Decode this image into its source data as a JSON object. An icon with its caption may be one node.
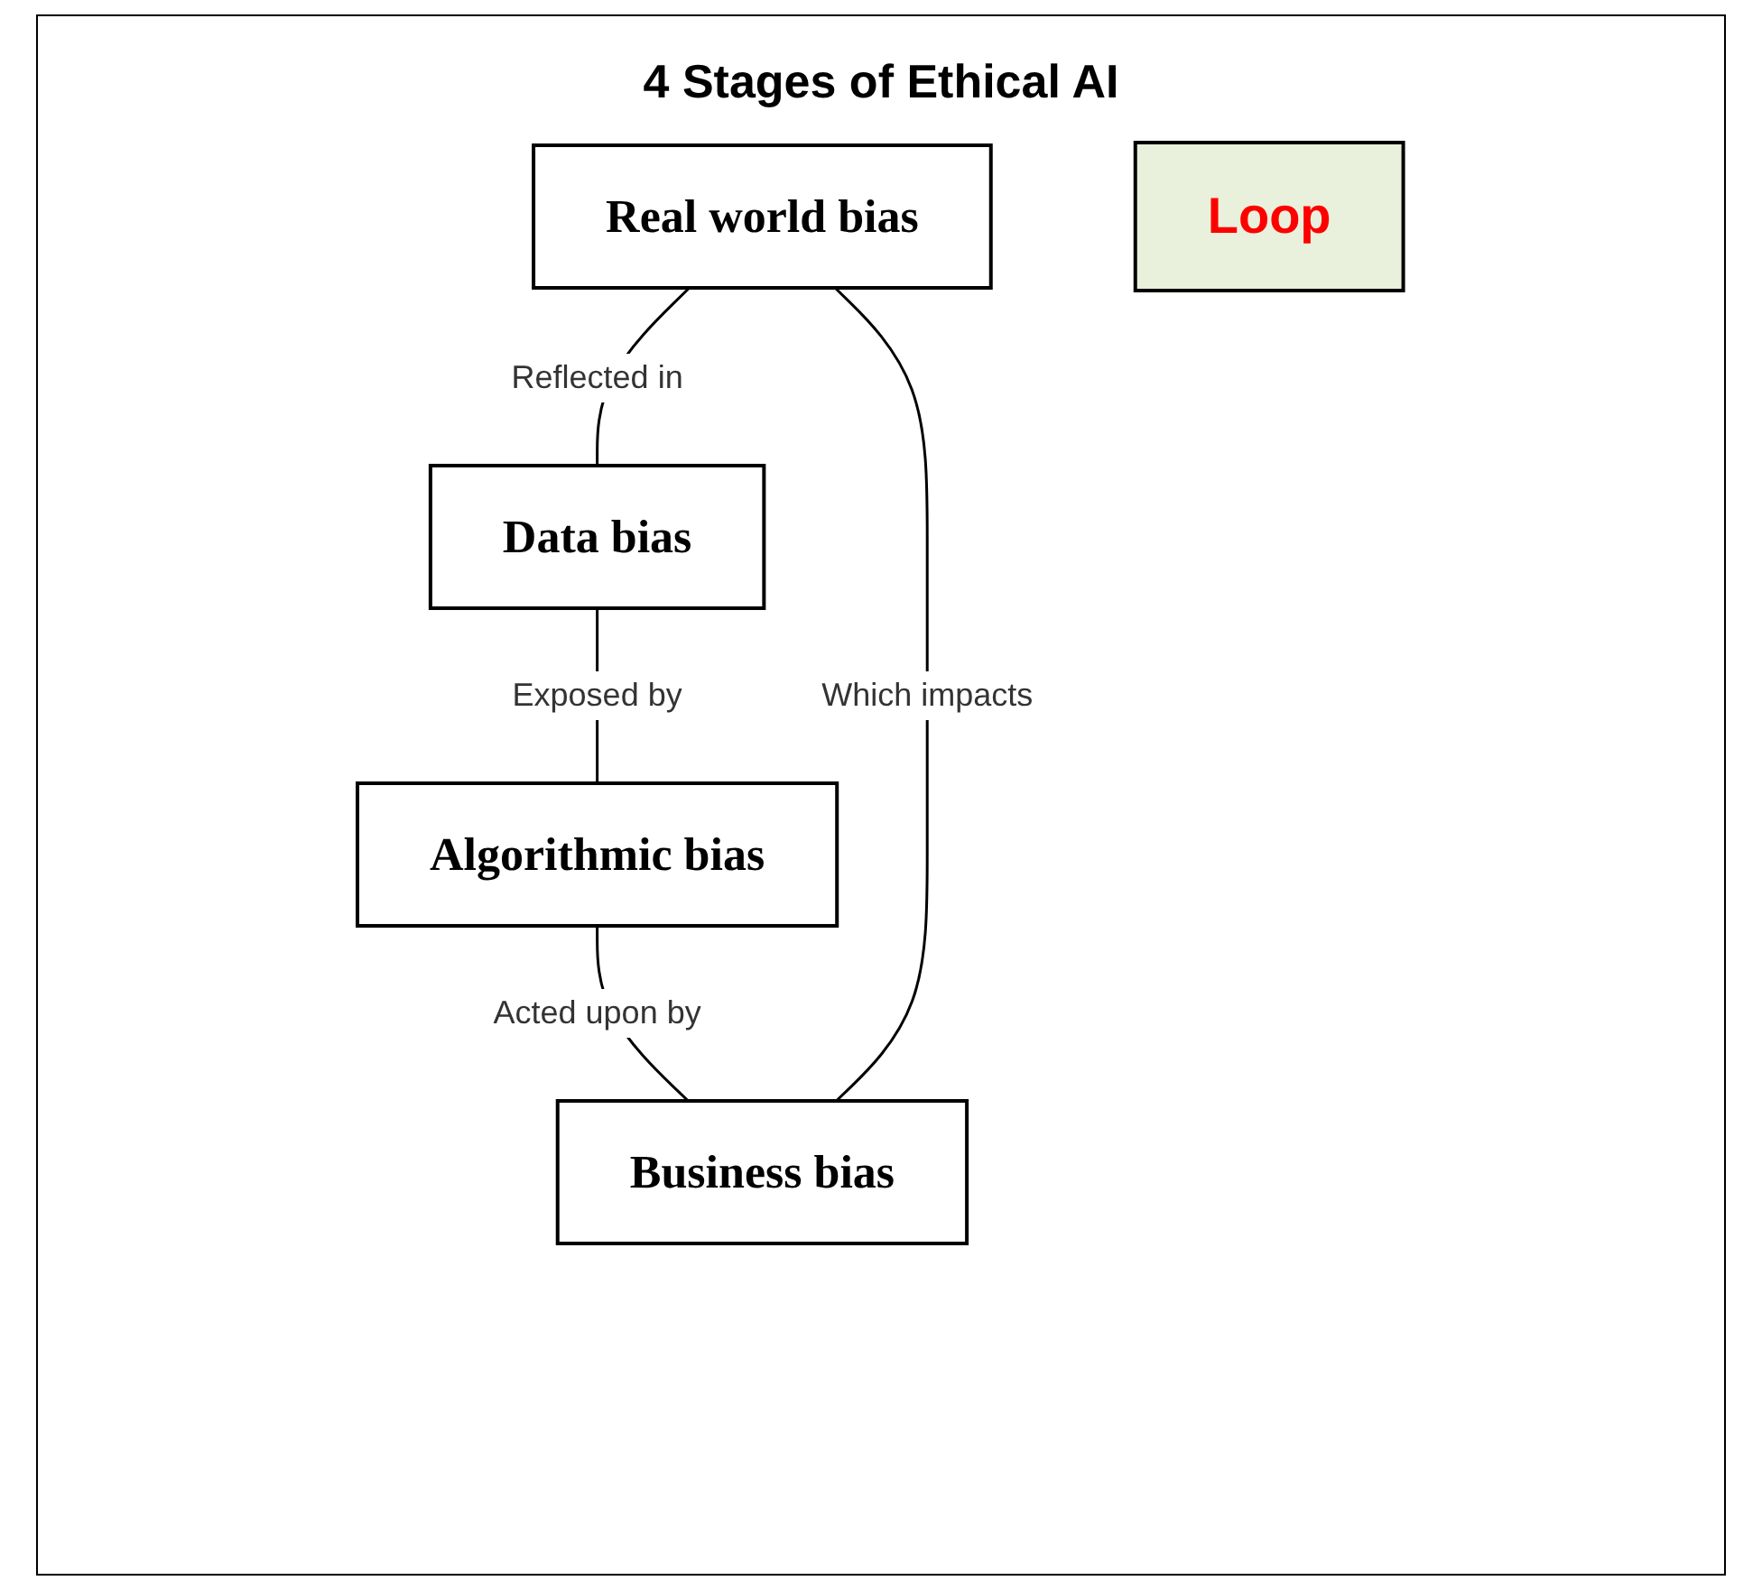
{
  "diagram": {
    "title": "4 Stages of Ethical AI",
    "nodes": [
      {
        "text": [
          "Real world bias"
        ]
      },
      {
        "text": [
          "Business bias"
        ]
      },
      {
        "text": [
          "Data bias"
        ]
      },
      {
        "text": [
          "Algorithmic bias"
        ]
      },
      {
        "text": [
          "Loop"
        ]
      }
    ],
    "edges": [
      {
        "from": 0,
        "to": 2,
        "arrow": "none",
        "label": "Reflected in"
      },
      {
        "from": 2,
        "to": 3,
        "arrow": "none",
        "label": "Exposed by"
      },
      {
        "from": 3,
        "to": 1,
        "arrow": "none",
        "label": "Acted upon by"
      },
      {
        "from": 1,
        "to": 0,
        "arrow": "none",
        "label": "Which impacts"
      }
    ]
  }
}
